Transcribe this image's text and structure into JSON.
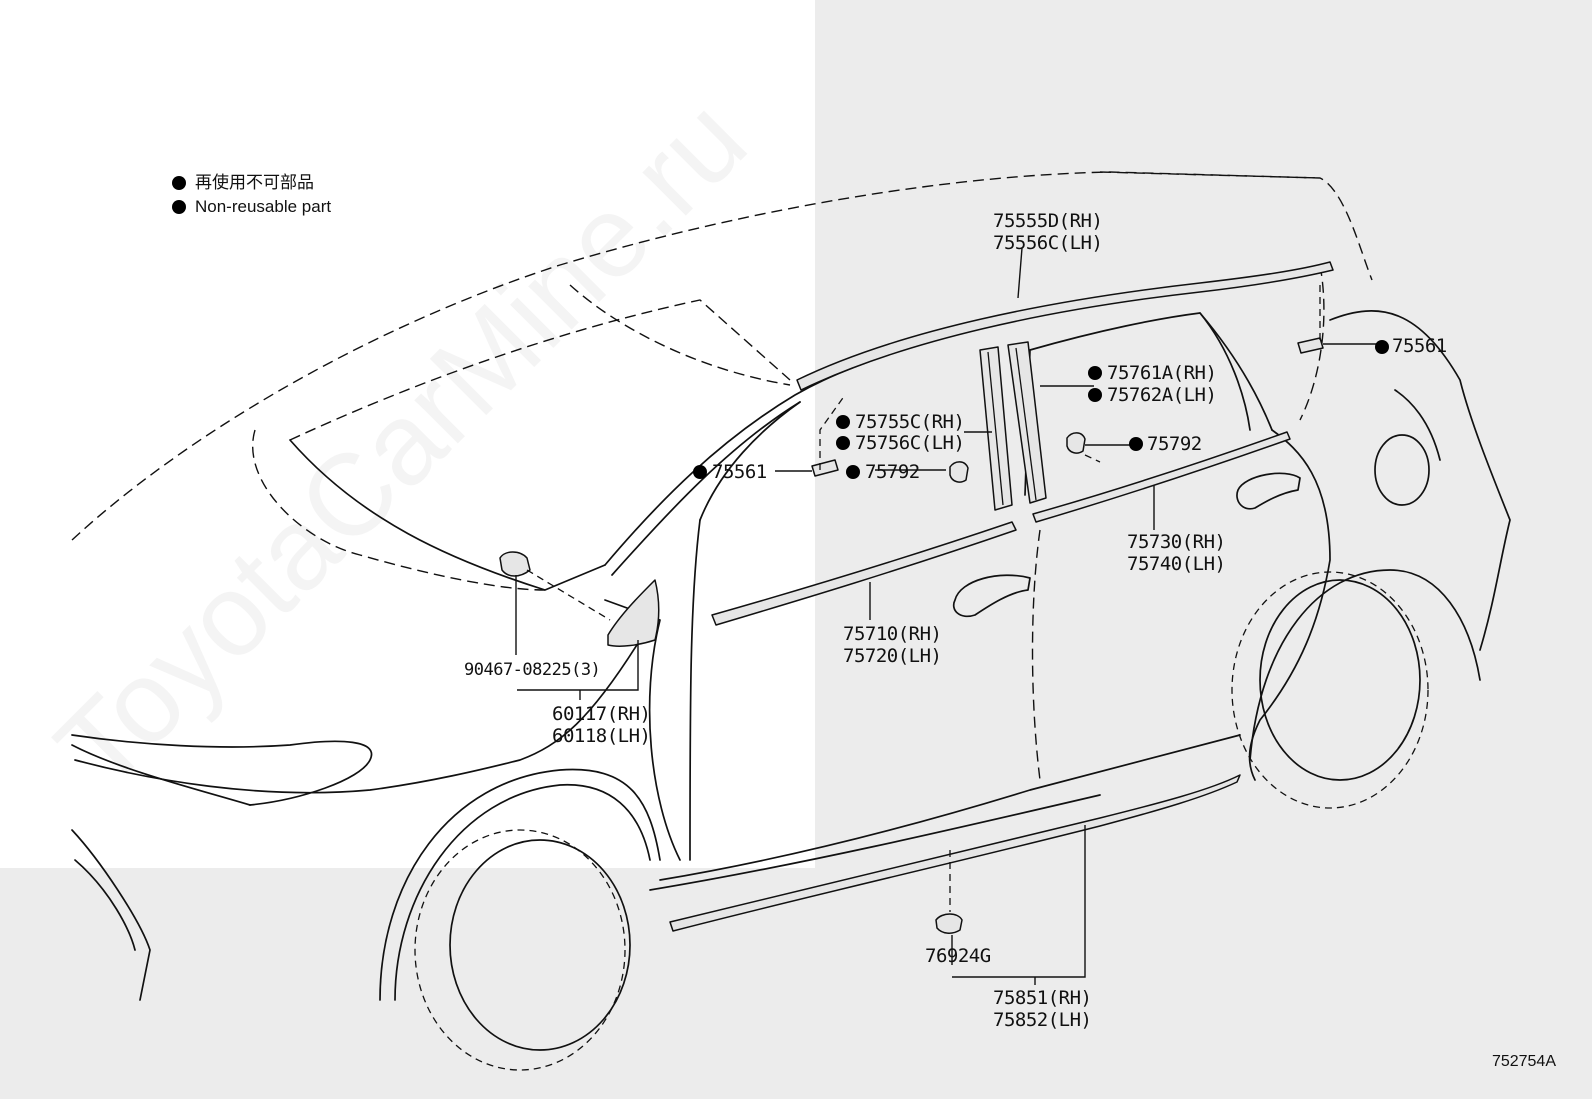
{
  "colors": {
    "background": "#ffffff",
    "panel_gray": "#ececec",
    "ink": "#111111",
    "bullet": "#000000"
  },
  "legend": {
    "icon": "filled-circle-icon",
    "line_jp": "再使用不可部品",
    "line_en": "Non-reusable part"
  },
  "watermark": "ToyotaCarMine.ru",
  "diagram_ref": "752754A",
  "callouts": {
    "roof_moulding": {
      "rh": "75555D(RH)",
      "lh": "75556C(LH)"
    },
    "clip_rear": "75561",
    "clip_front": "75561",
    "rear_pillar_garnish": {
      "rh": "75761A(RH)",
      "lh": "75762A(LH)"
    },
    "front_pillar_garnish": {
      "rh": "75755C(RH)",
      "lh": "75756C(LH)"
    },
    "clip_rear_door": "75792",
    "clip_front_door": "75792",
    "rear_belt_moulding": {
      "rh": "75730(RH)",
      "lh": "75740(LH)"
    },
    "front_belt_moulding": {
      "rh": "75710(RH)",
      "lh": "75720(LH)"
    },
    "mirror_clip": "90467-08225(3)",
    "mirror_cover": {
      "rh": "60117(RH)",
      "lh": "60118(LH)"
    },
    "rocker_clip": "76924G",
    "rocker_moulding": {
      "rh": "75851(RH)",
      "lh": "75852(LH)"
    }
  }
}
